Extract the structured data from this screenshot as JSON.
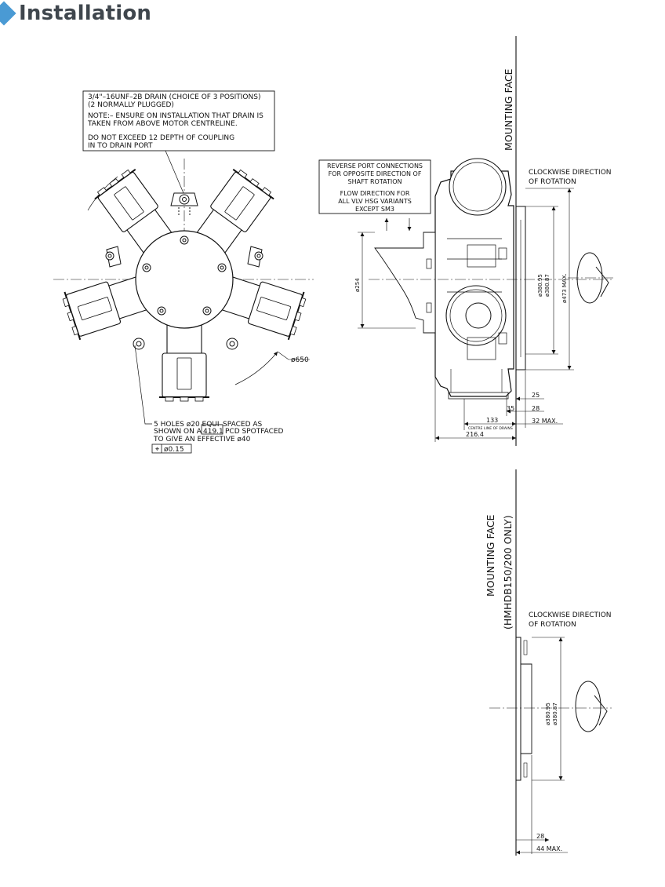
{
  "header": {
    "title": "Installation",
    "accent_color": "#4a9ad4",
    "title_color": "#3f464d"
  },
  "drain_note": {
    "lines": [
      "3/4\"–16UNF–2B DRAIN (CHOICE OF 3 POSITIONS)",
      "(2 NORMALLY PLUGGED)",
      "NOTE:– ENSURE ON INSTALLATION THAT DRAIN IS",
      "TAKEN FROM ABOVE MOTOR CENTRELINE.",
      "DO NOT EXCEED 12 DEPTH OF COUPLING",
      "IN TO DRAIN PORT"
    ]
  },
  "front_view": {
    "dia_label": "ø650",
    "holes_note": {
      "line1": "5 HOLES ø20 EQUI–SPACED AS",
      "line2_pre": "SHOWN ON A",
      "line2_box": "419.1",
      "line2_post": "PCD SPOTFACED",
      "line3": "TO GIVE AN EFFECTIVE ø40",
      "tolerance": "ø0.15"
    }
  },
  "port_note": {
    "lines": [
      "REVERSE PORT CONNECTIONS",
      "FOR OPPOSITE DIRECTION OF",
      "SHAFT ROTATION",
      "FLOW DIRECTION FOR",
      "ALL VLV HSG VARIANTS",
      "EXCEPT SM3"
    ]
  },
  "side_view": {
    "mounting_face": "MOUNTING FACE",
    "rotation": [
      "CLOCKWISE DIRECTION",
      "OF ROTATION"
    ],
    "dims": {
      "d254": "ø254",
      "d38095": "ø380.95",
      "d38087": "ø380.87",
      "d473": "ø473 MAX.",
      "d25": "25",
      "d28": "28",
      "d35": "35",
      "d32": "32 MAX.",
      "d133": "133",
      "drains": "CENTRE LINE OF DRAINS",
      "d2164": "216.4"
    }
  },
  "hmhdb_view": {
    "mounting_face": "MOUNTING FACE",
    "variant": "(HMHDB150/200 ONLY)",
    "rotation": [
      "CLOCKWISE DIRECTION",
      "OF ROTATION"
    ],
    "dims": {
      "d38095": "ø380.95",
      "d38087": "ø380.87",
      "d28": "28",
      "d44": "44 MAX."
    }
  }
}
